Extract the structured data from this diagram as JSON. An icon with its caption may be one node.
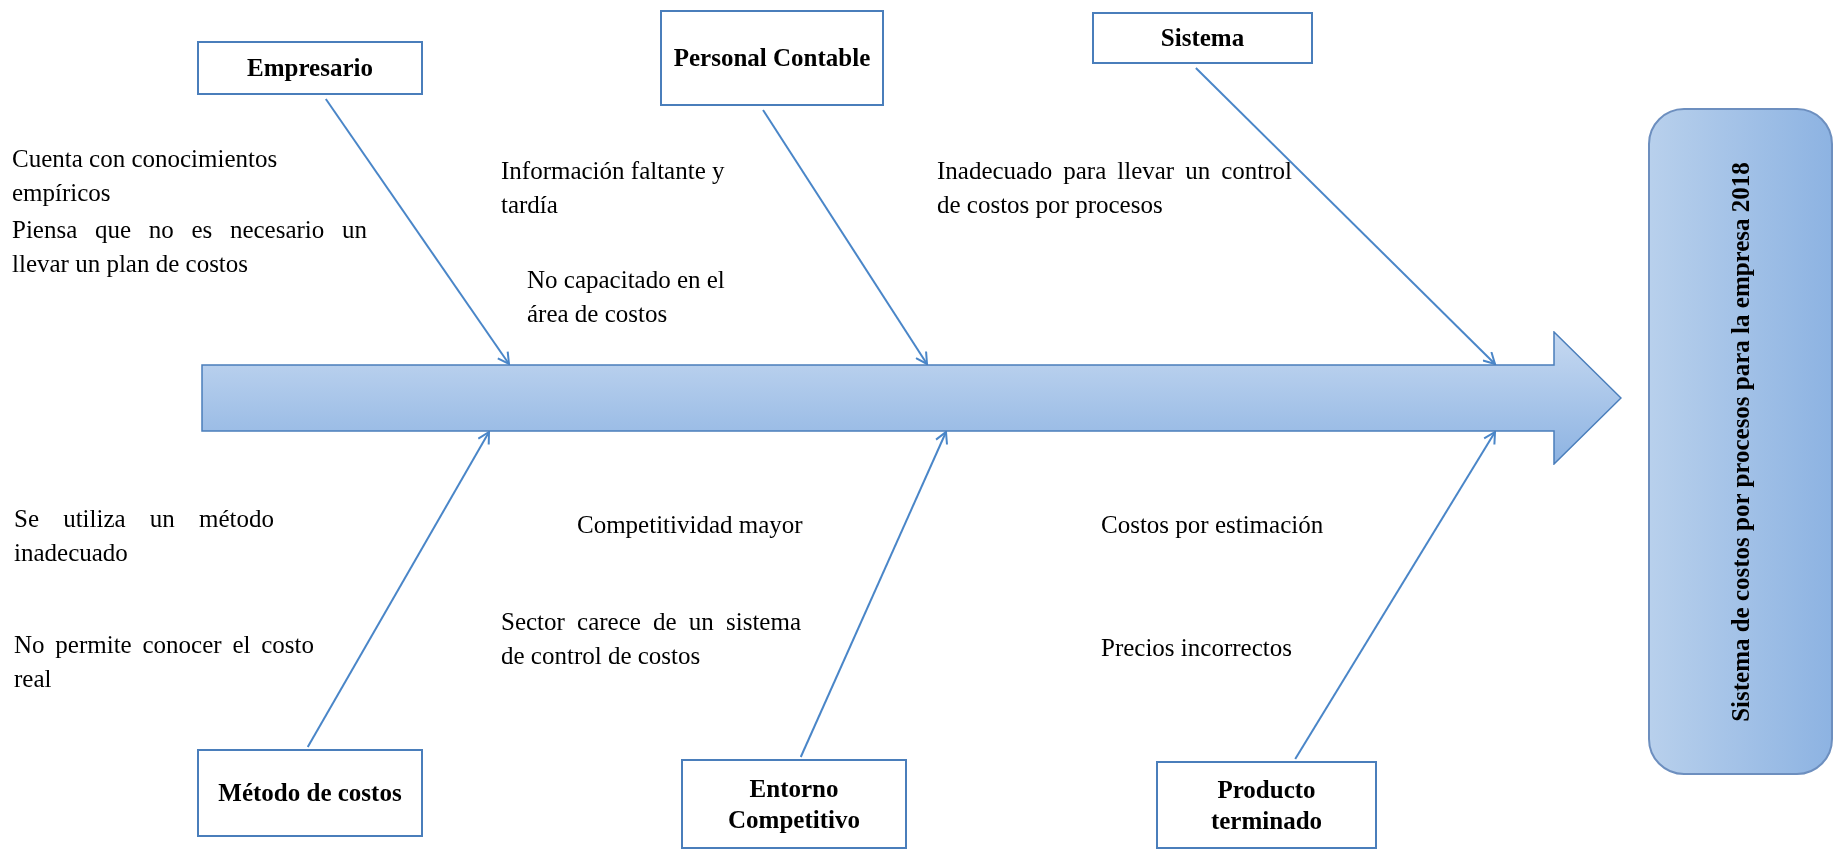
{
  "diagram": {
    "nodes": [
      {
        "text": [
          "Empresario"
        ]
      },
      {
        "text": [
          "Personal Contable"
        ]
      },
      {
        "text": [
          "Sistema"
        ]
      },
      {
        "text": [
          "Sistema de costos por procesos para la empresa 2018"
        ]
      },
      {
        "text": [],
        "shape": "arrow"
      },
      {
        "text": [
          "Método de costos"
        ]
      },
      {
        "text": [
          "Entorno Competitivo"
        ]
      },
      {
        "text": [
          "Producto terminado"
        ]
      }
    ],
    "edges": [
      {
        "from": 0,
        "to": 4,
        "arrow": "to"
      },
      {
        "from": 1,
        "to": 4,
        "arrow": "to"
      },
      {
        "from": 2,
        "to": 4,
        "arrow": "to"
      },
      {
        "from": 5,
        "to": 4,
        "arrow": "to"
      },
      {
        "from": 6,
        "to": 4,
        "arrow": "to"
      },
      {
        "from": 7,
        "to": 4,
        "arrow": "to"
      }
    ],
    "labels": [
      "Cuenta con conocimientos empíricos",
      "Piensa que no es necesario un llevar un plan de costos",
      "Información faltante y tardía",
      "No capacitado en el área de costos",
      "Inadecuado para llevar un control de costos por procesos",
      "Se utiliza un método inadecuado",
      "No permite conocer el costo real",
      "Competitividad mayor",
      "Sector carece de un sistema de control de costos",
      "Costos por estimación",
      "Precios incorrectos"
    ]
  }
}
